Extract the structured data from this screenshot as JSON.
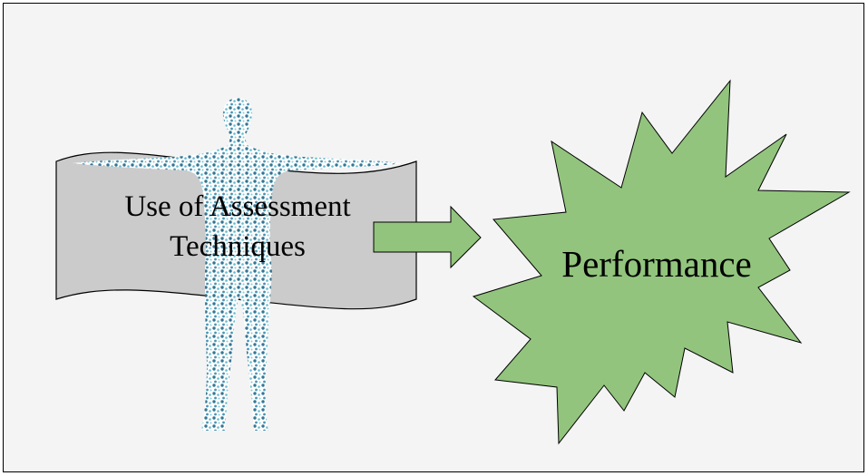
{
  "diagram": {
    "input_label_line1": "Use of Assessment",
    "input_label_line2": "Techniques",
    "output_label": "Performance",
    "colors": {
      "background": "#f4f4f4",
      "banner_fill": "#cbcbcb",
      "green": "#92c47d",
      "figure_dark": "#2a6f8f",
      "figure_light": "#5fb9cf"
    }
  }
}
